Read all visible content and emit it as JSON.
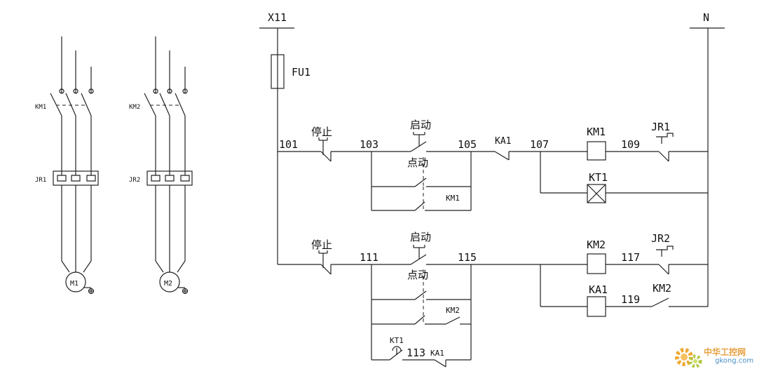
{
  "power": {
    "motor1": {
      "breaker": "KM1",
      "relay": "JR1",
      "motor": "M1"
    },
    "motor2": {
      "breaker": "KM2",
      "relay": "JR2",
      "motor": "M2"
    }
  },
  "control": {
    "supply_left": "X11",
    "supply_right": "N",
    "fuse": "FU1",
    "nodes": {
      "n101": "101",
      "n103": "103",
      "n105": "105",
      "n107": "107",
      "n109": "109",
      "n111": "111",
      "n113": "113",
      "n115": "115",
      "n117": "117",
      "n119": "119"
    },
    "rung1": {
      "stop": "停止",
      "start": "启动",
      "jog": "点动",
      "ka1_contact": "KA1",
      "coil": "KM1",
      "overload": "JR1",
      "seal_contact": "KM1",
      "timer": "KT1"
    },
    "rung2": {
      "stop": "停止",
      "start": "启动",
      "jog": "点动",
      "coil": "KM2",
      "overload": "JR2",
      "seal_contact": "KM2",
      "relay_coil": "KA1",
      "km2_contact": "KM2",
      "timer_contact": "KT1",
      "ka1_contact": "KA1"
    }
  },
  "watermark": {
    "text": "中华工控网",
    "url": "gkong.com"
  }
}
